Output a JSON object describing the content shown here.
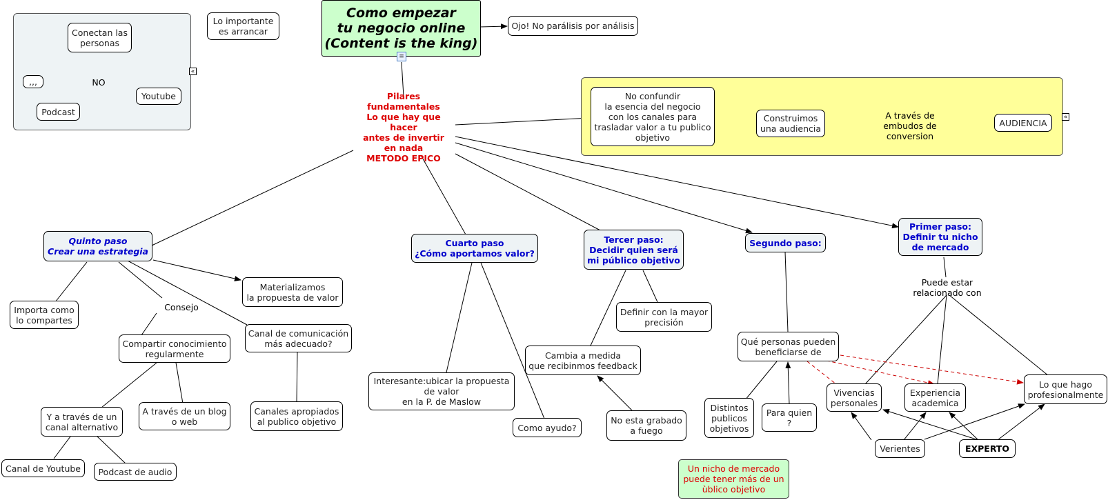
{
  "colors": {
    "title_bg": "#ccffcc",
    "step_bg": "#eef3f5",
    "step_text": "#0000cc",
    "pillars_text": "#dd0000",
    "highlight_container": "#ffff99",
    "gray_container": "#eef3f5",
    "dashed_red": "#cc0000"
  },
  "icons": {
    "collapse": "«",
    "document": "≡"
  },
  "nodes": {
    "title": "Como empezar\ntu negocio online\n(Content is the king)",
    "ojo": "Ojo! No parálisis por análisis",
    "lo_importante": "Lo importante\nes arrancar",
    "conectan": "Conectan las\npersonas",
    "no": "NO",
    "quote_mark": ",,,",
    "youtube": "Youtube",
    "podcast": "Podcast",
    "pillars": "Pilares\nfundamentales\nLo que hay que hacer\nantes de invertir\nen nada\nMETODO EPICO",
    "no_confundir": "No confundir\nla esencia del negocio\ncon los canales para\ntrasladar valor a tu publico\nobjetivo",
    "construimos": "Construimos\nuna audiencia",
    "a_traves_embudos": "A través de\nembudos de\nconversion",
    "audiencia": "AUDIENCIA",
    "quinto": "Quinto paso\nCrear una estrategia",
    "cuarto": "Cuarto paso\n¿Cómo aportamos valor?",
    "tercer": "Tercer paso:\nDecidir quien será\nmi público objetivo",
    "segundo": "Segundo paso:",
    "primer": "Primer paso:\nDefinir tu nicho\nde mercado",
    "importa": "Importa como\nlo compartes",
    "consejo": "Consejo",
    "materializamos": "Materializamos\nla propuesta de valor",
    "compartir": "Compartir conocimiento\nregularmente",
    "canal_comunicacion": "Canal de comunicación\nmás adecuado?",
    "canal_alternativo": "Y a través de un\ncanal alternativo",
    "blog": "A través de un blog\no web",
    "canales_apropiados": "Canales apropiados\nal publico objetivo",
    "canal_youtube": "Canal de Youtube",
    "podcast_audio": "Podcast de audio",
    "interesante": "Interesante:ubicar la propuesta\nde valor\nen la P. de Maslow",
    "como_ayudo": "Como ayudo?",
    "cambia": "Cambia a medida\nque recibinmos feedback",
    "definir_precision": "Definir con la mayor\nprecisión",
    "no_grabado": "No esta grabado\na fuego",
    "que_personas": "Qué personas pueden\nbeneficiarse de",
    "distintos": "Distintos\npublicos\nobjetivos",
    "para_quien": "Para quien\n?",
    "puede_estar": "Puede estar\nrelacionado con",
    "vivencias": "Vivencias\npersonales",
    "experiencia": "Experiencia\nacademica",
    "lo_que_hago": "Lo que hago\nprofesionalmente",
    "verientes": "Verientes",
    "experto": "EXPERTO",
    "nicho_note": "Un nicho de mercado\npuede tener más de un\nùblico objetivo"
  }
}
